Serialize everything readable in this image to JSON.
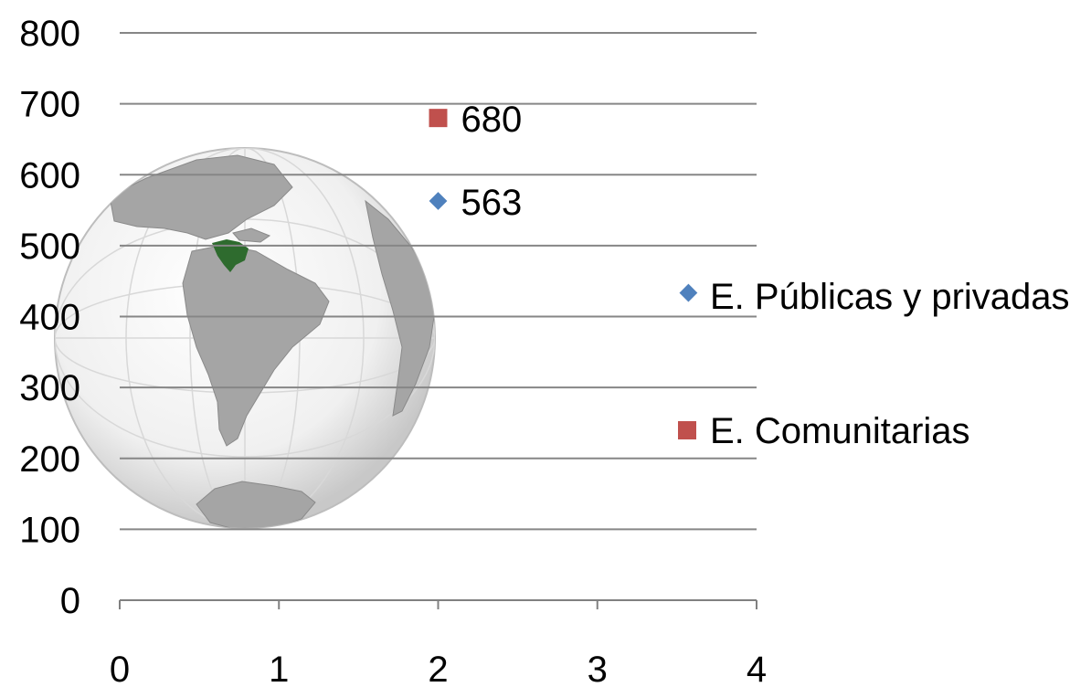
{
  "chart_data": {
    "type": "scatter",
    "xlim": [
      0,
      4
    ],
    "ylim": [
      0,
      800
    ],
    "x_ticks": [
      "0",
      "1",
      "2",
      "3",
      "4"
    ],
    "y_ticks": [
      "0",
      "100",
      "200",
      "300",
      "400",
      "500",
      "600",
      "700",
      "800"
    ],
    "grid": "horizontal",
    "legend_position": "right",
    "series": [
      {
        "name": "E. Públicas y privadas",
        "marker": "diamond",
        "color": "#4f81bd",
        "points": [
          {
            "x": 2,
            "y": 563,
            "label": "563"
          }
        ]
      },
      {
        "name": "E. Comunitarias",
        "marker": "square",
        "color": "#c0504d",
        "points": [
          {
            "x": 2,
            "y": 680,
            "label": "680"
          }
        ]
      }
    ]
  },
  "background_image": {
    "description": "orthographic globe centered on South America",
    "highlight_color": "#2e6b2e"
  }
}
